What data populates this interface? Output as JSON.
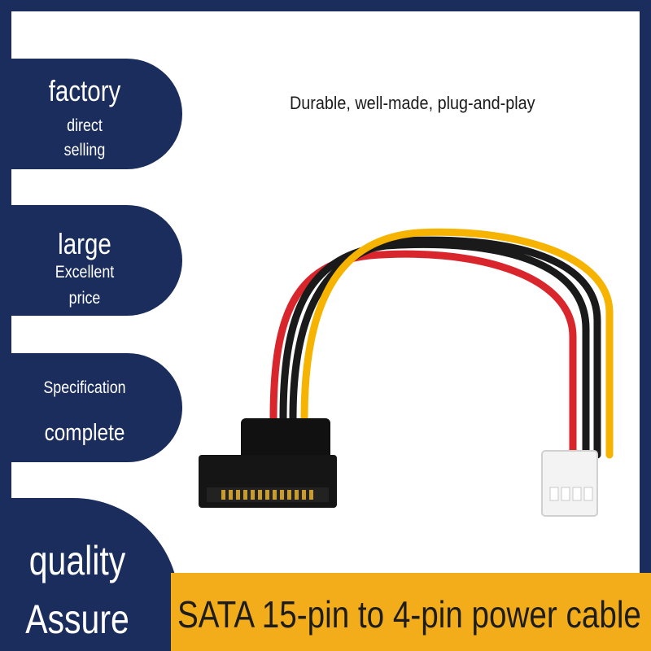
{
  "badges": [
    {
      "line1": "factory",
      "line2": "direct",
      "line3": "selling"
    },
    {
      "line1": "large",
      "line2": "Excellent",
      "line3": "price"
    },
    {
      "line1": "Specification",
      "line2": "complete"
    }
  ],
  "quality": {
    "line1": "quality",
    "line2": "Assure"
  },
  "tagline": "Durable, well-made, plug-and-play",
  "banner": "SATA 15-pin to 4-pin power cable",
  "colors": {
    "navy": "#1b2d5c",
    "banner": "#f4ad1a",
    "wire_yellow": "#f6b400",
    "wire_red": "#d8262c",
    "wire_black": "#1a1a1a"
  },
  "product": {
    "connector_left": "SATA 15-pin connector",
    "connector_right": "4-pin floppy connector"
  }
}
